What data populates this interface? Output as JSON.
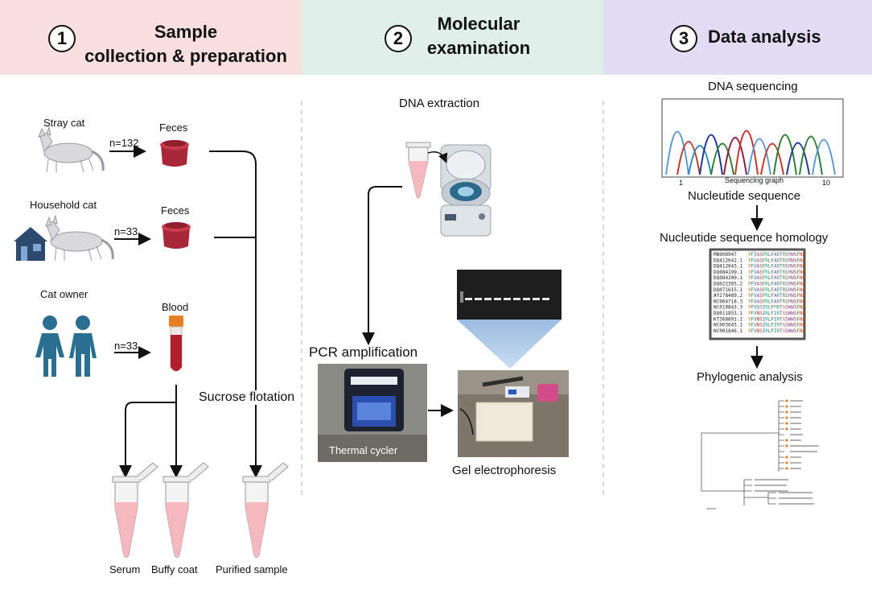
{
  "header": {
    "step1": {
      "number": "1",
      "title_line1": "Sample",
      "title_line2": "collection & preparation",
      "color": "#f9dfde"
    },
    "step2": {
      "number": "2",
      "title_line1": "Molecular",
      "title_line2": "examination",
      "color": "#dff0ea"
    },
    "step3": {
      "number": "3",
      "title": "Data analysis",
      "color": "#e3dcf5"
    }
  },
  "collection": {
    "stray_cat": "Stray cat",
    "stray_n": "n=132",
    "household_cat": "Household cat",
    "household_n": "n=33",
    "cat_owner": "Cat owner",
    "owner_n": "n=33",
    "feces1": "Feces",
    "feces2": "Feces",
    "blood": "Blood",
    "sucrose": "Sucrose flotation",
    "serum": "Serum",
    "buffy": "Buffy coat",
    "purified": "Purified sample"
  },
  "molecular": {
    "dna_extraction": "DNA extraction",
    "pcr": "PCR amplification",
    "thermal_cycler": "Thermal cycler",
    "gel": "Gel electrophoresis"
  },
  "analysis": {
    "dna_sequencing": "DNA sequencing",
    "sequencing_graph": "Sequencing graph",
    "tick_1": "1",
    "tick_10": "10",
    "nucleotide_sequence": "Nucleutide sequence",
    "homology": "Nucleutide sequence homology",
    "phylogenic": "Phylogenic analysis",
    "alignment": [
      {
        "id": "MN908947",
        "seq": "YFIASFRLFARTRSMWSFNP"
      },
      {
        "id": "DQ412042.1",
        "seq": "YFVASFRLFARTRSMWSFNP"
      },
      {
        "id": "DQ412043.1",
        "seq": "YFVASFRLFARTRSMWSFNP"
      },
      {
        "id": "DQ084199.1",
        "seq": "YFVASFRLFARTRSMWSFNP"
      },
      {
        "id": "DQ084200.1",
        "seq": "YFVASFRLFARTRSMWSFNP"
      },
      {
        "id": "DQ022305.2",
        "seq": "YFVASFRLFARTRSMWSFNP"
      },
      {
        "id": "DQ071615.1",
        "seq": "YFVASFRLFARTRSMWSFNP"
      },
      {
        "id": "AY278489.2",
        "seq": "YFVASFRLFARTRSMWSFNP"
      },
      {
        "id": "NC004718.3",
        "seq": "YFVASFRLFARTRSMWSFNP"
      },
      {
        "id": "NC019843.3",
        "seq": "YFVQSIRLFMRTGSWWSFNP"
      },
      {
        "id": "DQ011855.1",
        "seq": "YFVNSIRLFIRTGSWWSFNP"
      },
      {
        "id": "KT368891.1",
        "seq": "YFVNSIRLFIRTGSWWSFNP"
      },
      {
        "id": "NC003045.1",
        "seq": "YFVNSIRLFIRTGSWWSFNP"
      },
      {
        "id": "NC001846.1",
        "seq": "YFVNSIRLFIRTGSWWSFNP"
      }
    ]
  }
}
